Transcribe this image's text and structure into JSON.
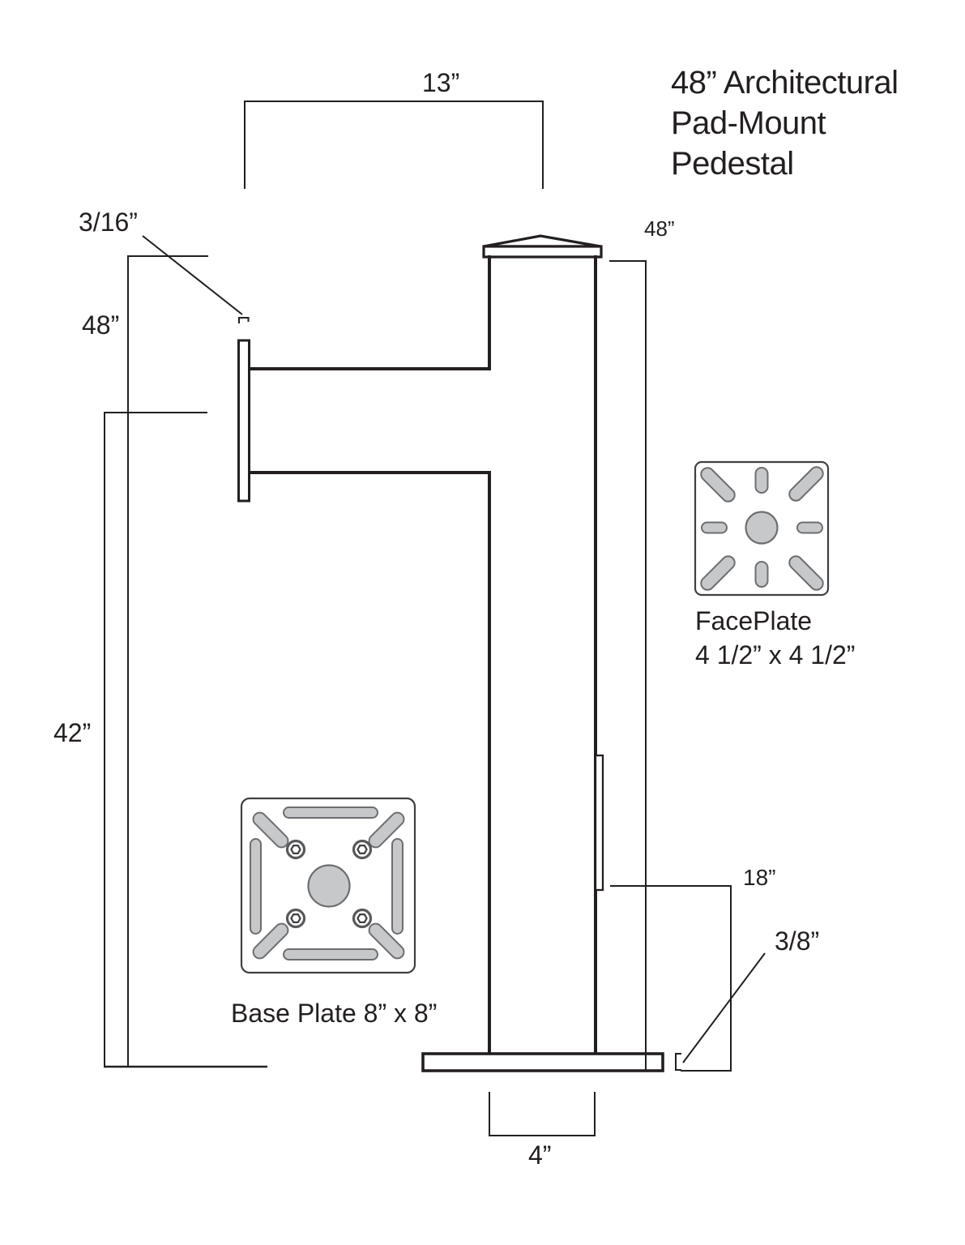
{
  "title": {
    "line1": "48” Architectural",
    "line2": "Pad-Mount",
    "line3": "Pedestal"
  },
  "labels": {
    "arm_length": "13”",
    "faceplate_thickness": "3/16”",
    "overall_height_left": "48”",
    "overall_height_right": "48”",
    "arm_height": "42”",
    "handhole_height": "18”",
    "baseplate_thickness": "3/8”",
    "column_width": "4”"
  },
  "details": {
    "faceplate": {
      "name": "FacePlate",
      "size": "4 1/2” x 4 1/2”"
    },
    "baseplate": {
      "name": "Base Plate 8” x 8”"
    }
  },
  "colors": {
    "line": "#231f20",
    "detail_outline": "#3f4042",
    "slot_fill": "#c7c8ca",
    "slot_stroke": "#6d6e71",
    "background": "#ffffff"
  }
}
